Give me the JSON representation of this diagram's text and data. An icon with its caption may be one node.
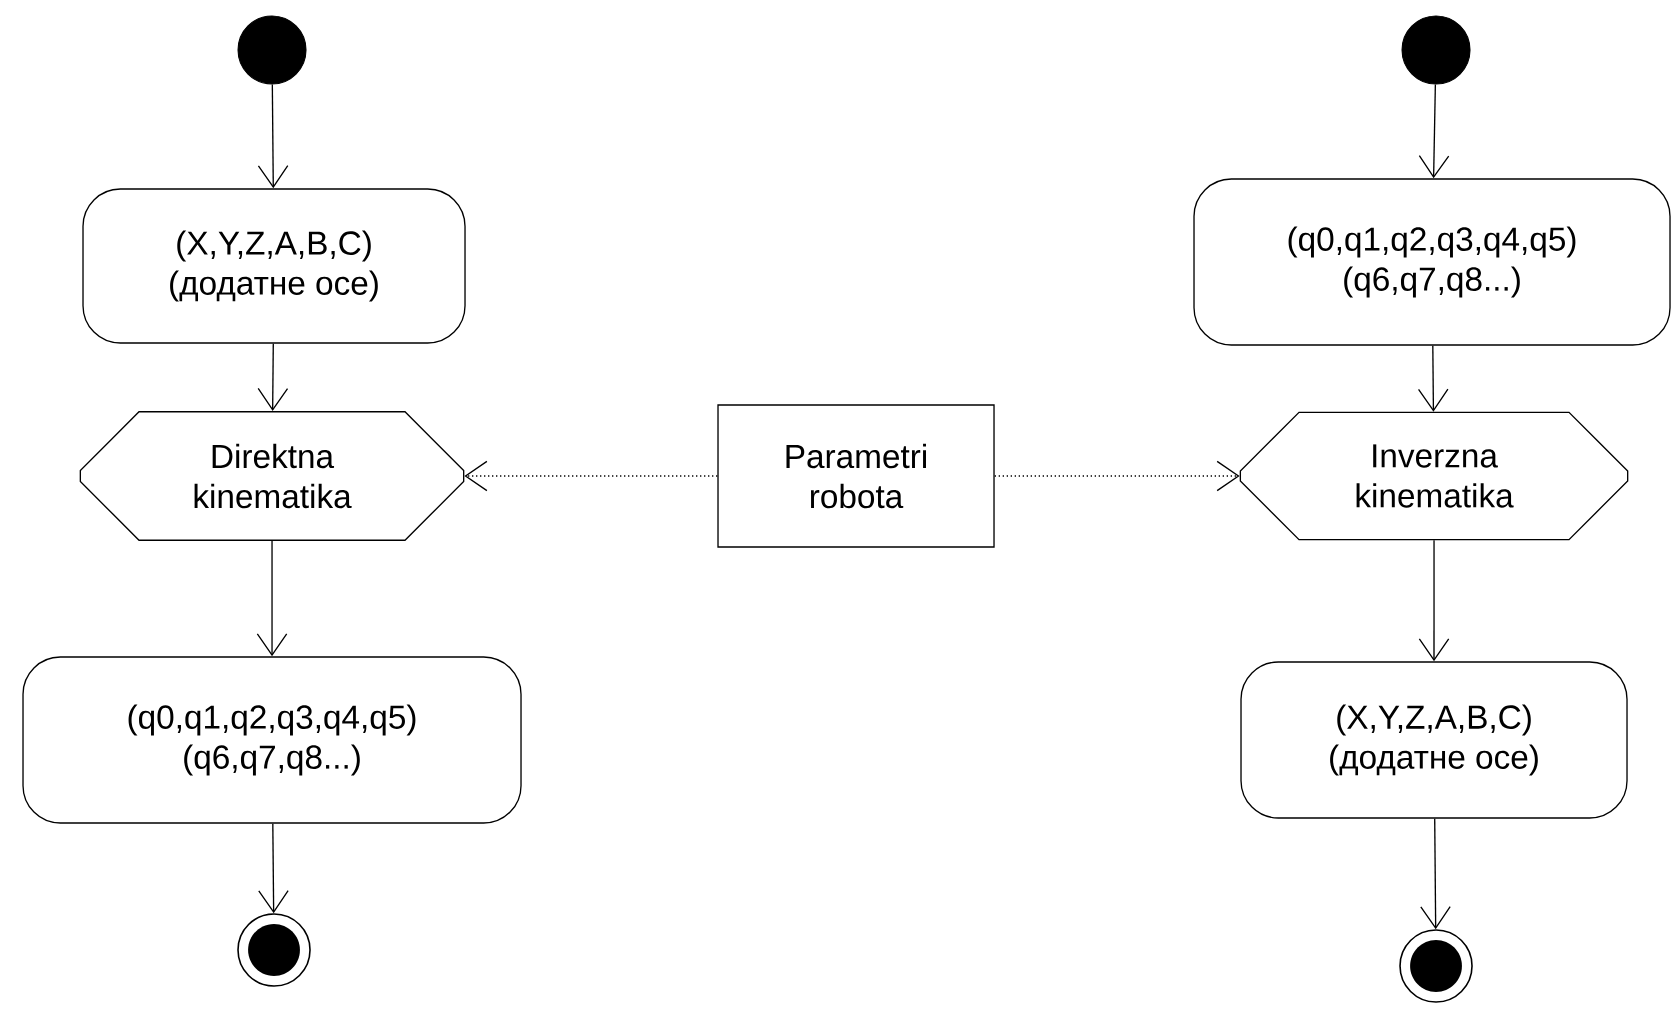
{
  "diagram": {
    "nodes": [
      {
        "text": [],
        "shape": "circle"
      },
      {
        "text": [
          "(X,Y,Z,A,B,C)",
          "(додатне осе)"
        ]
      },
      {
        "text": [
          "Direktna kinematika"
        ]
      },
      {
        "text": [
          "(q0,q1,q2,q3,q4,q5)",
          "(q6,q7,q8...)"
        ]
      },
      {
        "text": [],
        "shape": "bullseye"
      },
      {
        "text": [
          "Parametri robota"
        ]
      },
      {
        "text": [],
        "shape": "circle"
      },
      {
        "text": [
          "(q0,q1,q2,q3,q4,q5)",
          "(q6,q7,q8...)"
        ]
      },
      {
        "text": [
          "Inverzna kinematika"
        ]
      },
      {
        "text": [
          "(X,Y,Z,A,B,C)",
          "(додатне осе)"
        ]
      },
      {
        "text": [],
        "shape": "bullseye"
      }
    ],
    "edges": [
      {
        "from": 0,
        "to": 1,
        "arrow": "to"
      },
      {
        "from": 1,
        "to": 2,
        "arrow": "to"
      },
      {
        "from": 2,
        "to": 3,
        "arrow": "to"
      },
      {
        "from": 3,
        "to": 4,
        "arrow": "to"
      },
      {
        "from": 5,
        "to": 2,
        "arrow": "to",
        "style": "dashed"
      },
      {
        "from": 5,
        "to": 8,
        "arrow": "to",
        "style": "dashed"
      },
      {
        "from": 6,
        "to": 7,
        "arrow": "to"
      },
      {
        "from": 7,
        "to": 8,
        "arrow": "to"
      },
      {
        "from": 8,
        "to": 9,
        "arrow": "to"
      },
      {
        "from": 9,
        "to": 10,
        "arrow": "to"
      }
    ]
  }
}
